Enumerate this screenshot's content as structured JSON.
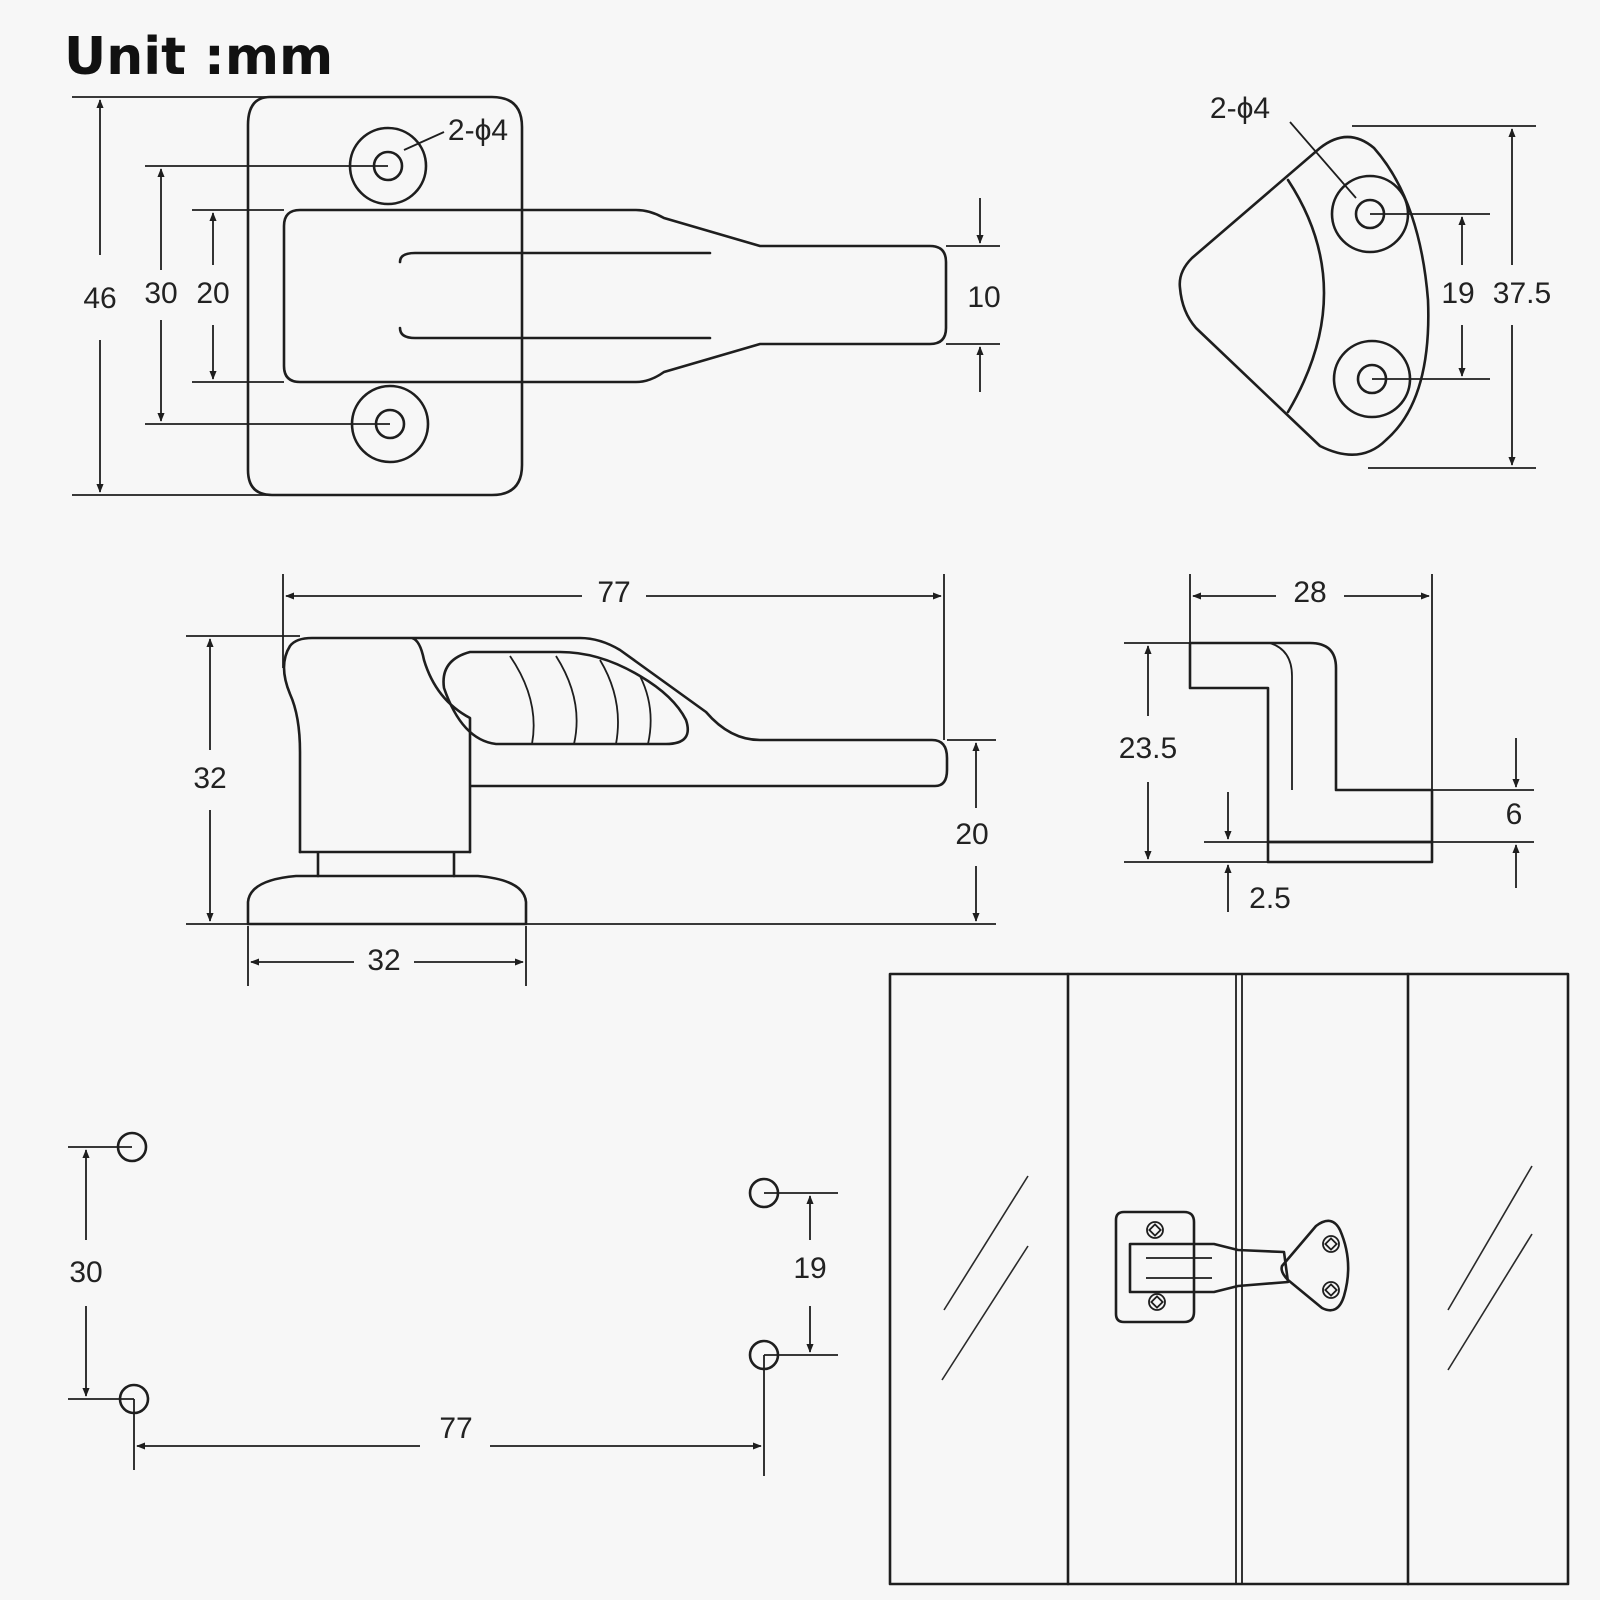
{
  "unit_label": "Unit :mm",
  "views": {
    "latch_top": {
      "hole_note": "2-ϕ4",
      "dims": {
        "height": "46",
        "hole_spacing": "30",
        "arm_width": "20",
        "tip_width": "10"
      }
    },
    "keeper_top": {
      "hole_note": "2-ϕ4",
      "dims": {
        "hole_spacing": "19",
        "height": "37.5"
      }
    },
    "latch_side": {
      "dims": {
        "length": "77",
        "height": "32",
        "tip_height": "20",
        "base_width": "32"
      }
    },
    "keeper_side": {
      "dims": {
        "width": "28",
        "height": "23.5",
        "step": "6",
        "thickness": "2.5"
      }
    },
    "hole_layout": {
      "dims": {
        "left_spacing": "30",
        "right_spacing": "19",
        "span": "77"
      }
    }
  }
}
